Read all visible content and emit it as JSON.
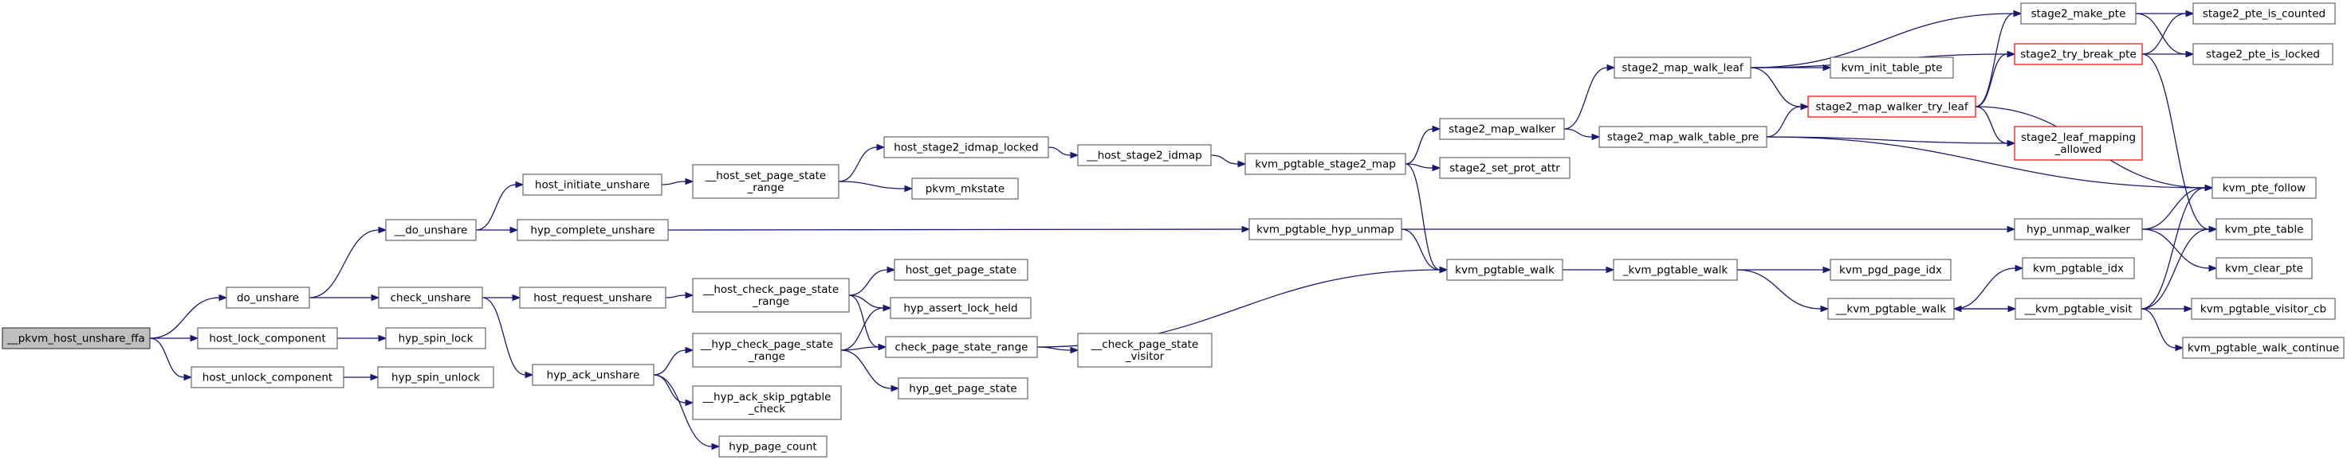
{
  "nodes": {
    "pkvm_host_unshare_ffa": [
      "__pkvm_host_unshare_ffa"
    ],
    "do_unshare": [
      "do_unshare"
    ],
    "host_lock_component": [
      "host_lock_component"
    ],
    "host_unlock_component": [
      "host_unlock_component"
    ],
    "hyp_spin_lock": [
      "hyp_spin_lock"
    ],
    "hyp_spin_unlock": [
      "hyp_spin_unlock"
    ],
    "__do_unshare": [
      "__do_unshare"
    ],
    "check_unshare": [
      "check_unshare"
    ],
    "host_initiate_unshare": [
      "host_initiate_unshare"
    ],
    "hyp_complete_unshare": [
      "hyp_complete_unshare"
    ],
    "host_request_unshare": [
      "host_request_unshare"
    ],
    "hyp_ack_unshare": [
      "hyp_ack_unshare"
    ],
    "__host_set_page_state_range": [
      "__host_set_page_state",
      "_range"
    ],
    "__host_check_page_state_range": [
      "__host_check_page_state",
      "_range"
    ],
    "__hyp_check_page_state_range": [
      "__hyp_check_page_state",
      "_range"
    ],
    "__hyp_ack_skip_pgtable_check": [
      "__hyp_ack_skip_pgtable",
      "_check"
    ],
    "hyp_page_count": [
      "hyp_page_count"
    ],
    "host_stage2_idmap_locked": [
      "host_stage2_idmap_locked"
    ],
    "pkvm_mkstate": [
      "pkvm_mkstate"
    ],
    "host_get_page_state": [
      "host_get_page_state"
    ],
    "hyp_assert_lock_held": [
      "hyp_assert_lock_held"
    ],
    "check_page_state_range": [
      "check_page_state_range"
    ],
    "hyp_get_page_state": [
      "hyp_get_page_state"
    ],
    "__host_stage2_idmap": [
      "__host_stage2_idmap"
    ],
    "__check_page_state_visitor": [
      "__check_page_state",
      "_visitor"
    ],
    "kvm_pgtable_stage2_map": [
      "kvm_pgtable_stage2_map"
    ],
    "kvm_pgtable_hyp_unmap": [
      "kvm_pgtable_hyp_unmap"
    ],
    "stage2_map_walker": [
      "stage2_map_walker"
    ],
    "stage2_set_prot_attr": [
      "stage2_set_prot_attr"
    ],
    "kvm_pgtable_walk": [
      "kvm_pgtable_walk"
    ],
    "stage2_map_walk_leaf": [
      "stage2_map_walk_leaf"
    ],
    "stage2_map_walk_table_pre": [
      "stage2_map_walk_table_pre"
    ],
    "_kvm_pgtable_walk": [
      "_kvm_pgtable_walk"
    ],
    "kvm_init_table_pte": [
      "kvm_init_table_pte"
    ],
    "stage2_map_walker_try_leaf": [
      "stage2_map_walker_try_leaf"
    ],
    "kvm_pgd_page_idx": [
      "kvm_pgd_page_idx"
    ],
    "__kvm_pgtable_walk": [
      "__kvm_pgtable_walk"
    ],
    "stage2_make_pte": [
      "stage2_make_pte"
    ],
    "stage2_try_break_pte": [
      "stage2_try_break_pte"
    ],
    "stage2_leaf_mapping_allowed": [
      "stage2_leaf_mapping",
      "_allowed"
    ],
    "hyp_unmap_walker": [
      "hyp_unmap_walker"
    ],
    "kvm_pgtable_idx": [
      "kvm_pgtable_idx"
    ],
    "__kvm_pgtable_visit": [
      "__kvm_pgtable_visit"
    ],
    "stage2_pte_is_counted": [
      "stage2_pte_is_counted"
    ],
    "stage2_pte_is_locked": [
      "stage2_pte_is_locked"
    ],
    "kvm_pte_follow": [
      "kvm_pte_follow"
    ],
    "kvm_pte_table": [
      "kvm_pte_table"
    ],
    "kvm_clear_pte": [
      "kvm_clear_pte"
    ],
    "kvm_pgtable_visitor_cb": [
      "kvm_pgtable_visitor_cb"
    ],
    "kvm_pgtable_walk_continue": [
      "kvm_pgtable_walk_continue"
    ]
  },
  "colors": {
    "edge": "#191970",
    "node_border": "#666666",
    "root_fill": "#bfbfbf",
    "highlight_border": "#ff0000"
  }
}
